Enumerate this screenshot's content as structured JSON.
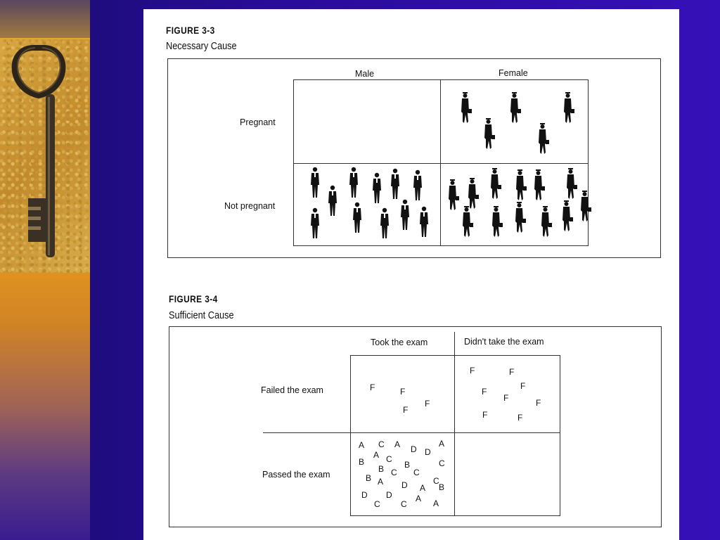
{
  "figure_3_3": {
    "label": "FIGURE 3-3",
    "title": "Necessary Cause",
    "columns": [
      "Male",
      "Female"
    ],
    "rows": [
      "Pregnant",
      "Not pregnant"
    ],
    "cells": {
      "male_pregnant": {
        "figure": "man",
        "count": 0
      },
      "female_pregnant": {
        "figure": "woman",
        "count": 5
      },
      "male_not_pregnant": {
        "figure": "man",
        "count": 11
      },
      "female_not_pregnant": {
        "figure": "woman",
        "count": 12
      }
    }
  },
  "figure_3_4": {
    "label": "FIGURE 3-4",
    "title": "Sufficient Cause",
    "columns": [
      "Took the exam",
      "Didn't take the exam"
    ],
    "rows": [
      "Failed the exam",
      "Passed the exam"
    ],
    "cells": {
      "took_failed": [
        "F",
        "F",
        "F",
        "F"
      ],
      "notook_failed": [
        "F",
        "F",
        "F",
        "F",
        "F",
        "F",
        "F",
        "F"
      ],
      "took_passed": [
        "A",
        "C",
        "A",
        "A",
        "D",
        "D",
        "A",
        "B",
        "C",
        "B",
        "B",
        "C",
        "C",
        "C",
        "B",
        "C",
        "A",
        "D",
        "A",
        "B",
        "D",
        "D",
        "A",
        "C",
        "C",
        "A"
      ],
      "notook_passed": []
    }
  },
  "decoration": {
    "left_image": "key-icon",
    "figure_man": "man-in-suit-icon",
    "figure_woman": "woman-with-bag-icon"
  }
}
